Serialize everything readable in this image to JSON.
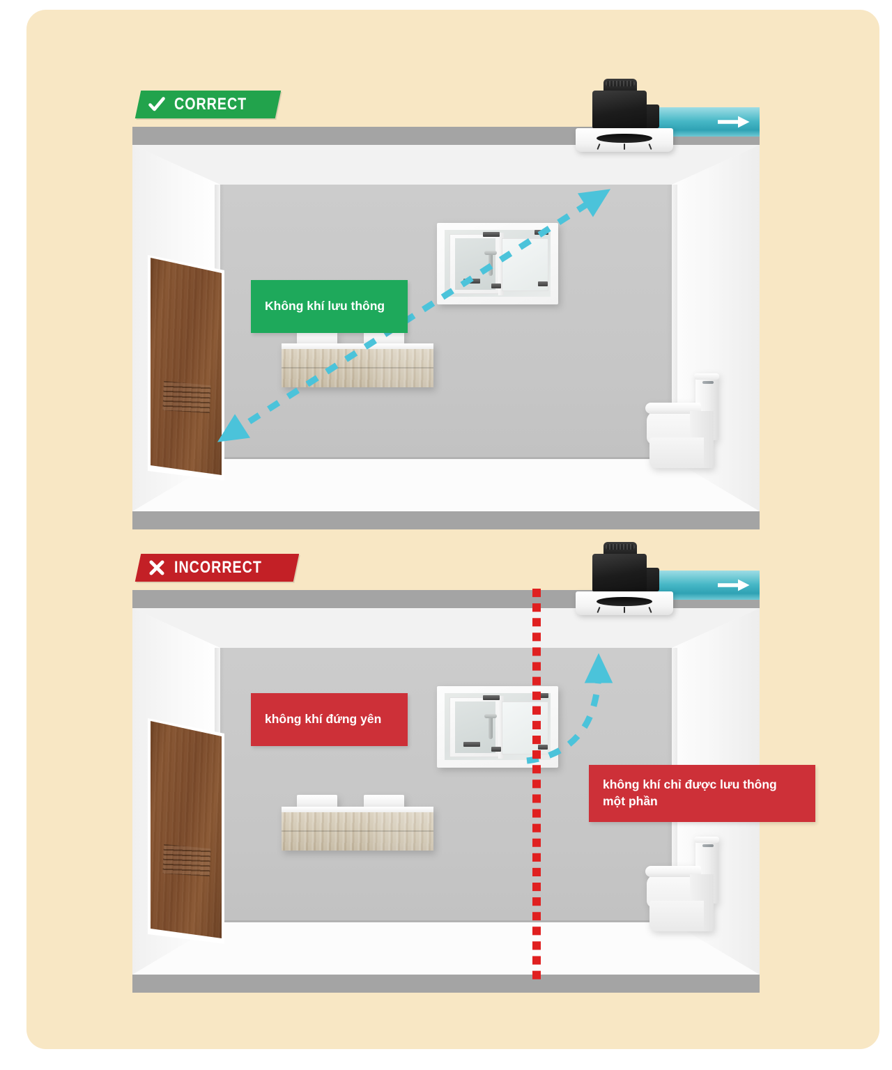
{
  "page": {
    "background_color": "#F8E7C4",
    "outer_color": "#FFFFFF",
    "title": "Bathroom exhaust fan ventilation — correct vs incorrect placement"
  },
  "panels": [
    {
      "id": "correct",
      "badge": {
        "label": "CORRECT",
        "icon": "check-icon",
        "color": "#22A34C",
        "text_color": "#FFFFFF"
      },
      "callouts": [
        {
          "id": "airflow-good",
          "text": "Không khí lưu thông",
          "color": "#1EA95B",
          "text_color": "#FFFFFF"
        }
      ],
      "flow": {
        "type": "straight-diagonal-dashed",
        "color": "#4BC3DA",
        "from": "door-louver-vent",
        "to": "exhaust-fan",
        "arrowheads": "both"
      },
      "room": {
        "ceiling_slab_color": "#A4A4A4",
        "floor_slab_color": "#A4A4A4",
        "back_wall_color": "#C9C9C9",
        "side_wall_color": "#F7F7F7",
        "floor_color": "#FCFCFC"
      },
      "objects": [
        {
          "name": "door",
          "material": "wood",
          "color": "#7A4A2A",
          "has_louver_vent": true
        },
        {
          "name": "vanity",
          "material": "light-wood",
          "basins": 2
        },
        {
          "name": "window",
          "panes": 2,
          "frame_color": "#FFFFFF"
        },
        {
          "name": "toilet",
          "color": "#FFFFFF"
        },
        {
          "name": "exhaust-fan",
          "motor_color": "#1C1C1C",
          "grille_color": "#FFFFFF"
        }
      ],
      "duct": {
        "color_start": "#9EDDE5",
        "color_end": "#2FA2B4",
        "arrow": "right-arrow-icon"
      }
    },
    {
      "id": "incorrect",
      "badge": {
        "label": "INCORRECT",
        "icon": "cross-icon",
        "color": "#C32026",
        "text_color": "#FFFFFF"
      },
      "callouts": [
        {
          "id": "stagnant-air",
          "text": "không khí đứng yên",
          "color": "#CD3038",
          "text_color": "#FFFFFF"
        },
        {
          "id": "partial-airflow",
          "text": "không khí chỉ được lưu thông một phần",
          "color": "#CD3038",
          "text_color": "#FFFFFF"
        }
      ],
      "flow": {
        "type": "curved-dashed-short",
        "color": "#4BC3DA",
        "from": "window-area",
        "to": "exhaust-fan",
        "arrowheads": "end"
      },
      "divider": {
        "type": "vertical-dotted",
        "color": "#E02020",
        "style": "square-dots"
      },
      "room": {
        "ceiling_slab_color": "#A4A4A4",
        "floor_slab_color": "#A4A4A4",
        "back_wall_color": "#C9C9C9",
        "side_wall_color": "#F7F7F7",
        "floor_color": "#FCFCFC"
      },
      "objects": [
        {
          "name": "door",
          "material": "wood",
          "color": "#7A4A2A",
          "has_louver_vent": true
        },
        {
          "name": "vanity",
          "material": "light-wood",
          "basins": 2
        },
        {
          "name": "window",
          "panes": 2,
          "frame_color": "#FFFFFF"
        },
        {
          "name": "toilet",
          "color": "#FFFFFF"
        },
        {
          "name": "exhaust-fan",
          "motor_color": "#1C1C1C",
          "grille_color": "#FFFFFF"
        }
      ],
      "duct": {
        "color_start": "#9EDDE5",
        "color_end": "#2FA2B4",
        "arrow": "right-arrow-icon"
      }
    }
  ]
}
